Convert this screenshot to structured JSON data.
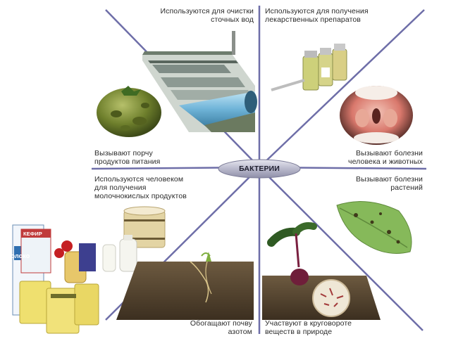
{
  "center_label": "БАКТЕРИИ",
  "captions": {
    "sewage_treatment": "Используются для очистки\nсточных вод",
    "medicines": "Используются для получения\nлекарственных препаратов",
    "food_spoilage": "Вызывают порчу\nпродуктов питания",
    "human_animal_disease": "Вызывают болезни\nчеловека и животных",
    "dairy_products": "Используются человеком\nдля получения\nмолочнокислых продуктов",
    "plant_disease": "Вызывают болезни\nрастений",
    "soil_nitrogen": "Обогащают почву\nазотом",
    "nutrient_cycle": "Участвуют в круговороте\nвеществ в природе"
  },
  "product_labels": {
    "milk_carton": "Молоко",
    "kefir_carton": "КЕФИР"
  },
  "colors": {
    "spoke": "#6e6ea8",
    "center_oval": "#c9c9d9",
    "soil": "#4a3b2a",
    "tomato": "#7d8f3a",
    "pipe": "#6fb4d8"
  }
}
